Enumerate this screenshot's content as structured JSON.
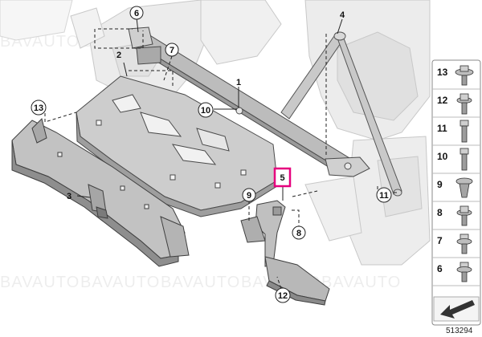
{
  "diagram": {
    "watermark": "BAVAUTO",
    "reference_number": "513294",
    "highlight_color": "#e6007e",
    "callouts": [
      {
        "id": "c1",
        "label": "1",
        "style": "plain"
      },
      {
        "id": "c2",
        "label": "2",
        "style": "plain"
      },
      {
        "id": "c3",
        "label": "3",
        "style": "plain"
      },
      {
        "id": "c4",
        "label": "4",
        "style": "plain"
      },
      {
        "id": "c5",
        "label": "5",
        "style": "highlight"
      },
      {
        "id": "c6",
        "label": "6",
        "style": "circle"
      },
      {
        "id": "c7",
        "label": "7",
        "style": "circle"
      },
      {
        "id": "c8",
        "label": "8",
        "style": "circle"
      },
      {
        "id": "c9",
        "label": "9",
        "style": "circle"
      },
      {
        "id": "c10",
        "label": "10",
        "style": "circle"
      },
      {
        "id": "c11",
        "label": "11",
        "style": "circle"
      },
      {
        "id": "c12",
        "label": "12",
        "style": "circle"
      },
      {
        "id": "c13",
        "label": "13",
        "style": "circle"
      }
    ],
    "legend": [
      {
        "label": "13",
        "icon": "screw-washer-large-icon"
      },
      {
        "label": "12",
        "icon": "screw-flange-icon"
      },
      {
        "label": "11",
        "icon": "bolt-long-icon"
      },
      {
        "label": "10",
        "icon": "bolt-long-icon"
      },
      {
        "label": "9",
        "icon": "expanding-rivet-icon"
      },
      {
        "label": "8",
        "icon": "screw-flange-icon"
      },
      {
        "label": "7",
        "icon": "screw-washer-icon"
      },
      {
        "label": "6",
        "icon": "screw-washer-icon"
      }
    ],
    "arrow_icon": "arrow-down-left-icon"
  }
}
